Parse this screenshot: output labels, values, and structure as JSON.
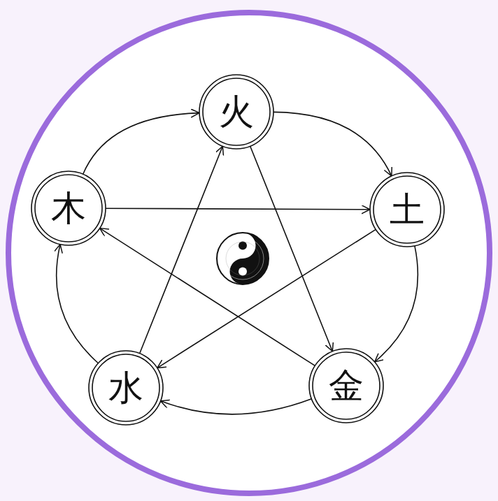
{
  "diagram": {
    "nodes": [
      {
        "text": [
          "火"
        ]
      },
      {
        "text": [
          "木"
        ]
      },
      {
        "text": [
          "土"
        ]
      },
      {
        "text": [
          "水"
        ]
      },
      {
        "text": [
          "金"
        ]
      }
    ],
    "edges": [
      {
        "from": 1,
        "to": 0,
        "arrow": "to"
      },
      {
        "from": 0,
        "to": 2,
        "arrow": "to"
      },
      {
        "from": 2,
        "to": 4,
        "arrow": "to"
      },
      {
        "from": 4,
        "to": 3,
        "arrow": "to"
      },
      {
        "from": 3,
        "to": 1,
        "arrow": "to"
      },
      {
        "from": 1,
        "to": 2,
        "arrow": "to"
      },
      {
        "from": 2,
        "to": 3,
        "arrow": "to"
      },
      {
        "from": 3,
        "to": 0,
        "arrow": "to"
      },
      {
        "from": 0,
        "to": 4,
        "arrow": "to"
      },
      {
        "from": 4,
        "to": 1,
        "arrow": "to"
      }
    ]
  }
}
